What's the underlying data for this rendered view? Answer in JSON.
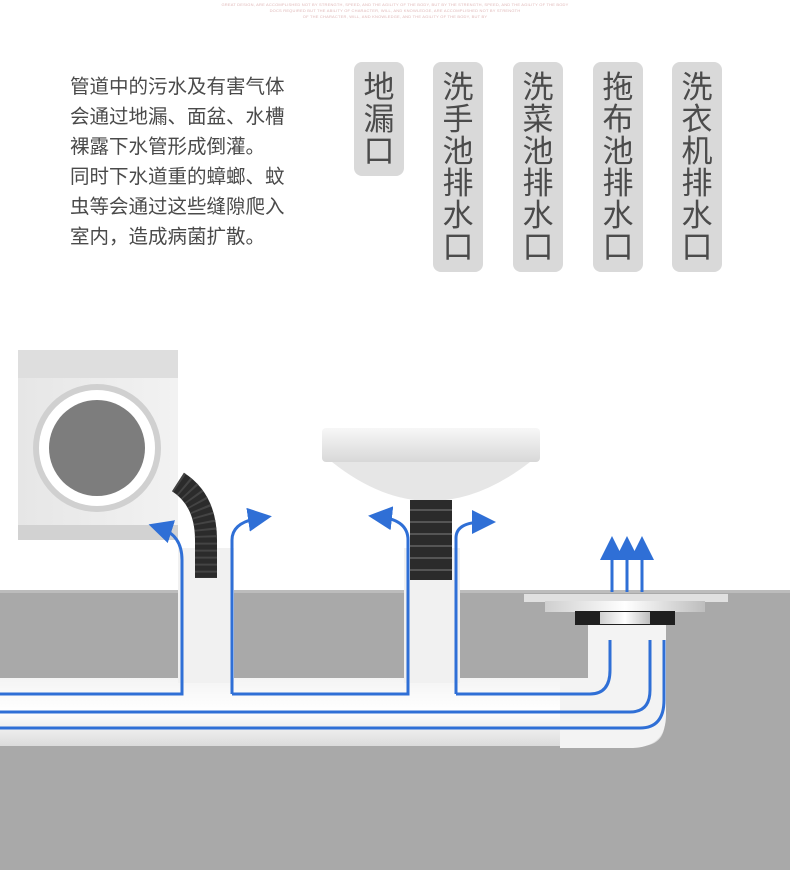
{
  "fine_print": [
    "GREAT DESIGN, ARE ACCOMPLISHED NOT BY STRENGTH, SPEED, AND THE AGILITY OF THE BODY, BUT BY THE STRENGTH, SPEED, AND THE AGILITY OF THE BODY",
    "DOCS REQUIRED BUT THE ABILITY OF CHARACTER, WILL, AND KNOWLEDGE, ARE ACCOMPLISHED NOT BY STRENGTH",
    "OF THE CHARACTER, WILL, AND KNOWLEDGE, AND THE AGILITY OF THE BODY, BUT BY"
  ],
  "description": [
    "管道中的污水及有害气体",
    "会通过地漏、面盆、水槽",
    "裸露下水管形成倒灌。",
    "同时下水道重的蟑螂、蚊",
    "虫等会通过这些缝隙爬入",
    "室内，造成病菌扩散。"
  ],
  "labels": [
    "地漏口",
    "洗手池排水口",
    "洗菜池排水口",
    "拖布池排水口",
    "洗衣机排水口"
  ],
  "colors": {
    "flow_arrow": "#2f6fd6",
    "floor": "#a9a9a9",
    "tag_background": "#d9d9d9",
    "hose": "#2b2b2b"
  }
}
